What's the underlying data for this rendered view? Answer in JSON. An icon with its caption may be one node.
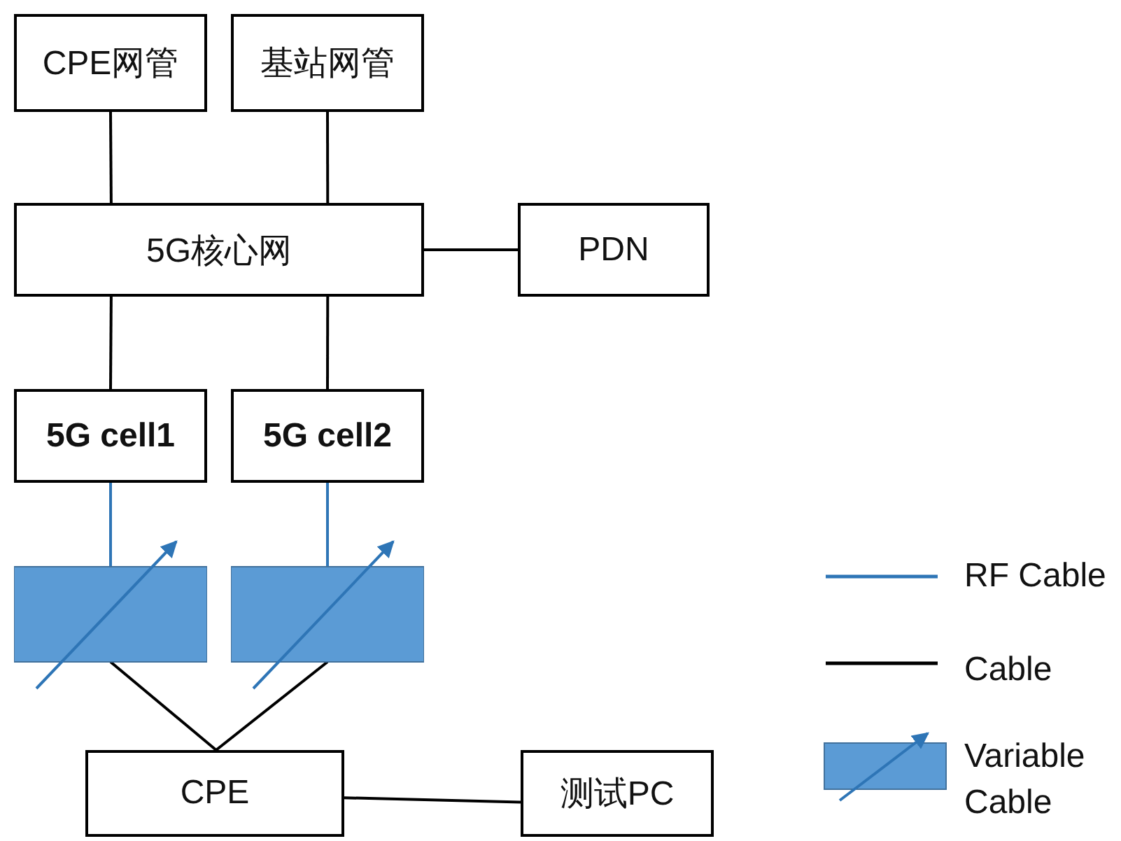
{
  "diagram": {
    "nodes": [
      {
        "text": [
          "CPE网管"
        ]
      },
      {
        "text": [
          "基站网管"
        ]
      },
      {
        "text": [
          "5G核心网"
        ]
      },
      {
        "text": [
          "PDN"
        ]
      },
      {
        "text": [
          "5G cell1"
        ]
      },
      {
        "text": [
          "5G cell2"
        ]
      },
      {
        "text": [],
        "shape": "box"
      },
      {
        "text": [],
        "shape": "box"
      },
      {
        "text": [
          "CPE"
        ]
      },
      {
        "text": [
          "测试PC"
        ]
      }
    ],
    "edges": [
      {
        "from": 0,
        "to": 2,
        "arrow": "none"
      },
      {
        "from": 1,
        "to": 2,
        "arrow": "none"
      },
      {
        "from": 2,
        "to": 3,
        "arrow": "none"
      },
      {
        "from": 2,
        "to": 4,
        "arrow": "none"
      },
      {
        "from": 2,
        "to": 5,
        "arrow": "none"
      },
      {
        "from": 4,
        "to": 6,
        "arrow": "none",
        "color": "#2e75b6"
      },
      {
        "from": 5,
        "to": 7,
        "arrow": "none",
        "color": "#2e75b6"
      },
      {
        "from": 6,
        "to": 8,
        "arrow": "none"
      },
      {
        "from": 7,
        "to": 8,
        "arrow": "none"
      },
      {
        "from": 8,
        "to": 9,
        "arrow": "none"
      }
    ],
    "legend": [
      {
        "text": "RF Cable"
      },
      {
        "text": "Cable"
      },
      {
        "text": "Variable Cable"
      }
    ]
  }
}
